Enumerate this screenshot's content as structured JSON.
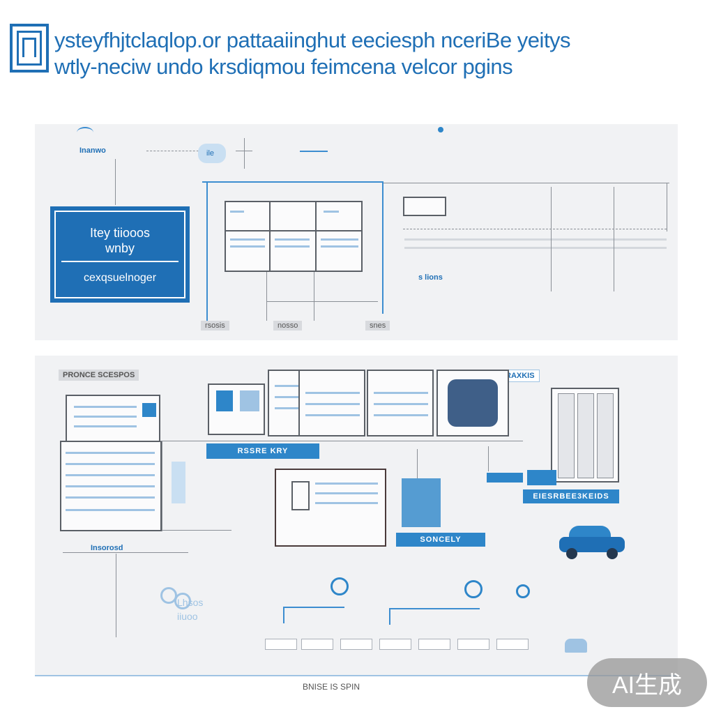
{
  "header": {
    "line1": "ysteyfhjtclaqlop.or  pattaaiinghut eeciesph nceriBe yeitys",
    "line2": "wtly-neciw undo krsdiqmou feimcena  velcor pgins"
  },
  "panel1": {
    "top_label": "Inanwo",
    "bubble_label": "ile",
    "bluebox": {
      "line1": "Itey tiiooos",
      "line2": "wnby",
      "line3": "cexqsuelnoger"
    },
    "chart_label": "s lions",
    "bottom_labels": [
      "rsosis",
      "nosso",
      "snes"
    ]
  },
  "panel2": {
    "top_left_label": "PRONCE SCESPOS",
    "top_right_label": "RAXKIS",
    "bar1": "RSSRE KRY",
    "bar2": "SONCELY",
    "bar3": "EIESRBEE3KEIDS",
    "left_label": "Insorosd",
    "icon_text_1": "Lhsos",
    "icon_text_2": "iiuoo",
    "footer": "BNISE IS SPIN"
  },
  "watermark": "AI生成",
  "colors": {
    "accent": "#1f6fb5",
    "panel": "#f1f2f4",
    "bar": "#2e86c9"
  }
}
